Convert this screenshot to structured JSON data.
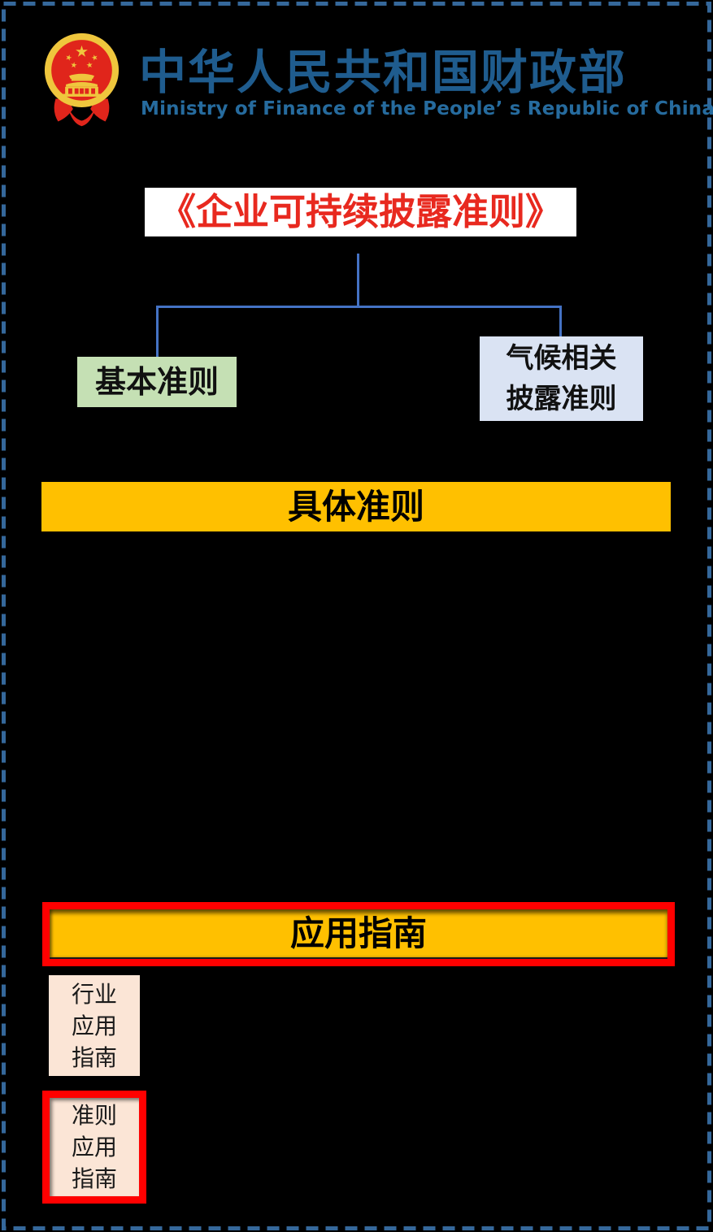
{
  "colors": {
    "background": "#000000",
    "dashed_border": "#35689b",
    "ministry_blue": "#1f5c8e",
    "title_red": "#e8291f",
    "connector_blue": "#4472c4",
    "basic_green": "#c5e0b4",
    "climate_light_blue": "#dae3f3",
    "bar_gold": "#ffc000",
    "highlight_red": "#ff0000",
    "guide_peach": "#fbe5d6"
  },
  "header": {
    "emblem_icon": "china-national-emblem",
    "title_cn": "中华人民共和国财政部",
    "title_en": "Ministry of Finance of the People’ s Republic of China"
  },
  "tree": {
    "root": {
      "label": "《企业可持续披露准则》"
    },
    "basic": {
      "label": "基本准则"
    },
    "climate": {
      "lines": [
        "气候相关",
        "披露准则"
      ]
    },
    "specific": {
      "label": "具体准则"
    },
    "guides": {
      "label": "应用指南"
    },
    "industry_guides": {
      "lines": [
        "行业",
        "应用",
        "指南"
      ]
    },
    "standard_guides": {
      "lines": [
        "准则",
        "应用",
        "指南"
      ]
    }
  }
}
